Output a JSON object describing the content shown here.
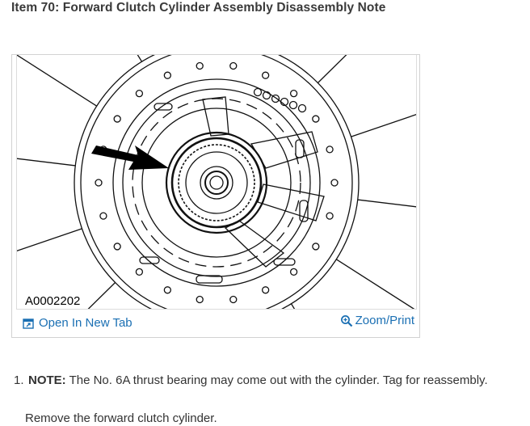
{
  "header": {
    "title": "Item 70: Forward Clutch Cylinder Assembly Disassembly Note"
  },
  "figure": {
    "code": "A0002202",
    "open_tab_label": "Open In New Tab",
    "open_tab_icon": "open-in-new-tab-icon",
    "zoom_label": "Zoom/Print",
    "zoom_icon": "magnifier-icon",
    "link_color": "#1a6fb3"
  },
  "steps": [
    {
      "number": "1.",
      "note_label": "NOTE:",
      "note_text": "The No. 6A thrust bearing may come out with the cylinder. Tag for reassembly.",
      "instruction": "Remove the forward clutch cylinder."
    }
  ]
}
